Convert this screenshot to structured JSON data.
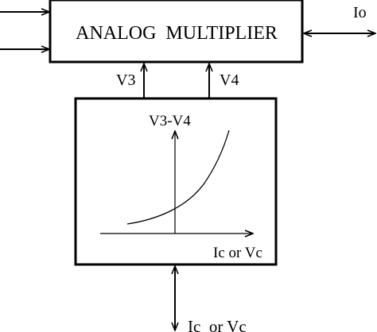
{
  "multiplier": {
    "label": "ANALOG  MULTIPLIER"
  },
  "outputs": {
    "io_label": "Io"
  },
  "connections": {
    "v3_label": "V3",
    "v4_label": "V4"
  },
  "converter": {
    "y_axis_label": "V3-V4",
    "x_axis_label": "Ic or Vc"
  },
  "inputs": {
    "bottom_label": "Ic  or Vc"
  },
  "colors": {
    "stroke": "#000000",
    "background": "#ffffff"
  }
}
